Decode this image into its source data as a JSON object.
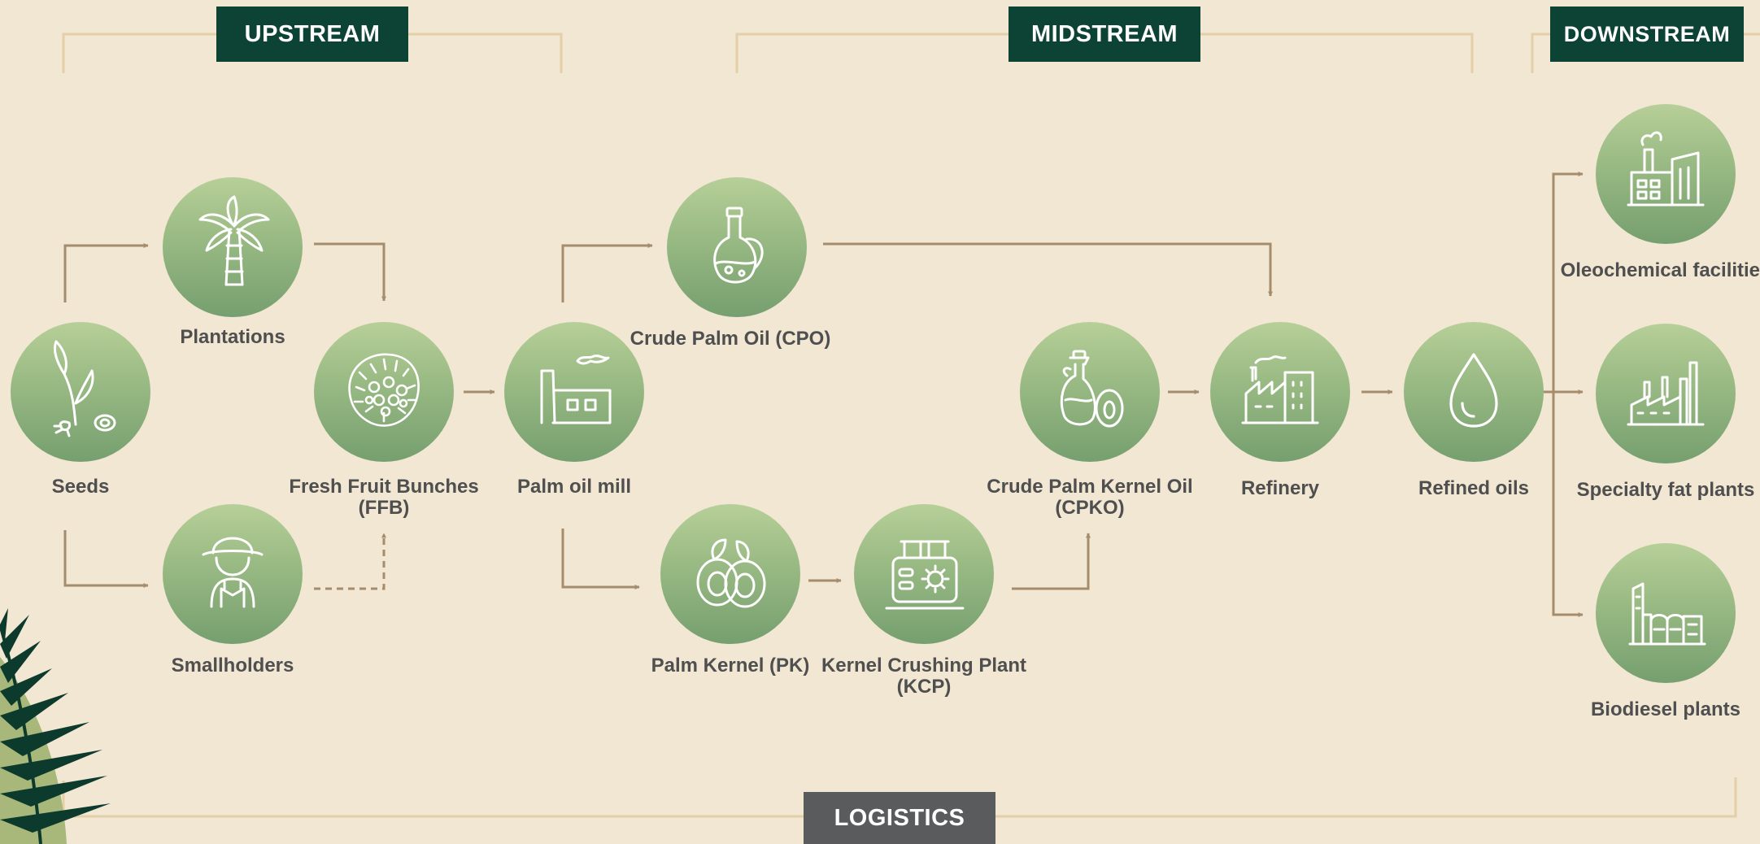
{
  "colors": {
    "background": "#f1e7d3",
    "stage_label": "#0d4334",
    "logistics_label": "#5a5b5d",
    "bracket": "#e3cfa8",
    "arrow": "#a58c6c",
    "node_top": "#b7cf98",
    "node_bottom": "#769f6f",
    "label_text": "#4f4f50",
    "leaf_dark": "#0c3b2e",
    "leaf_light": "#a8b87a"
  },
  "stages": {
    "upstream": "UPSTREAM",
    "midstream": "MIDSTREAM",
    "downstream": "DOWNSTREAM",
    "logistics": "LOGISTICS"
  },
  "nodes": {
    "seeds": {
      "label": "Seeds",
      "icon": "seedling-icon"
    },
    "plantations": {
      "label": "Plantations",
      "icon": "palm-tree-icon"
    },
    "smallholders": {
      "label": "Smallholders",
      "icon": "farmer-icon"
    },
    "ffb": {
      "label": "Fresh Fruit Bunches (FFB)",
      "icon": "fruit-bunch-icon"
    },
    "mill": {
      "label": "Palm oil mill",
      "icon": "mill-icon"
    },
    "cpo": {
      "label": "Crude Palm Oil (CPO)",
      "icon": "oil-flask-icon"
    },
    "pk": {
      "label": "Palm Kernel (PK)",
      "icon": "palm-kernel-icon"
    },
    "kcp": {
      "label": "Kernel Crushing Plant (KCP)",
      "icon": "crushing-machine-icon"
    },
    "cpko": {
      "label": "Crude Palm Kernel Oil (CPKO)",
      "icon": "oil-bottle-icon"
    },
    "refinery": {
      "label": "Refinery",
      "icon": "refinery-icon"
    },
    "refined_oils": {
      "label": "Refined oils",
      "icon": "oil-drop-icon"
    },
    "oleochemical": {
      "label": "Oleochemical facilities",
      "icon": "oleochemical-factory-icon"
    },
    "specialty": {
      "label": "Specialty fat plants",
      "icon": "specialty-fat-plant-icon"
    },
    "biodiesel": {
      "label": "Biodiesel plants",
      "icon": "biodiesel-plant-icon"
    }
  },
  "decoration": {
    "corner": "palm-leaf-decoration"
  }
}
